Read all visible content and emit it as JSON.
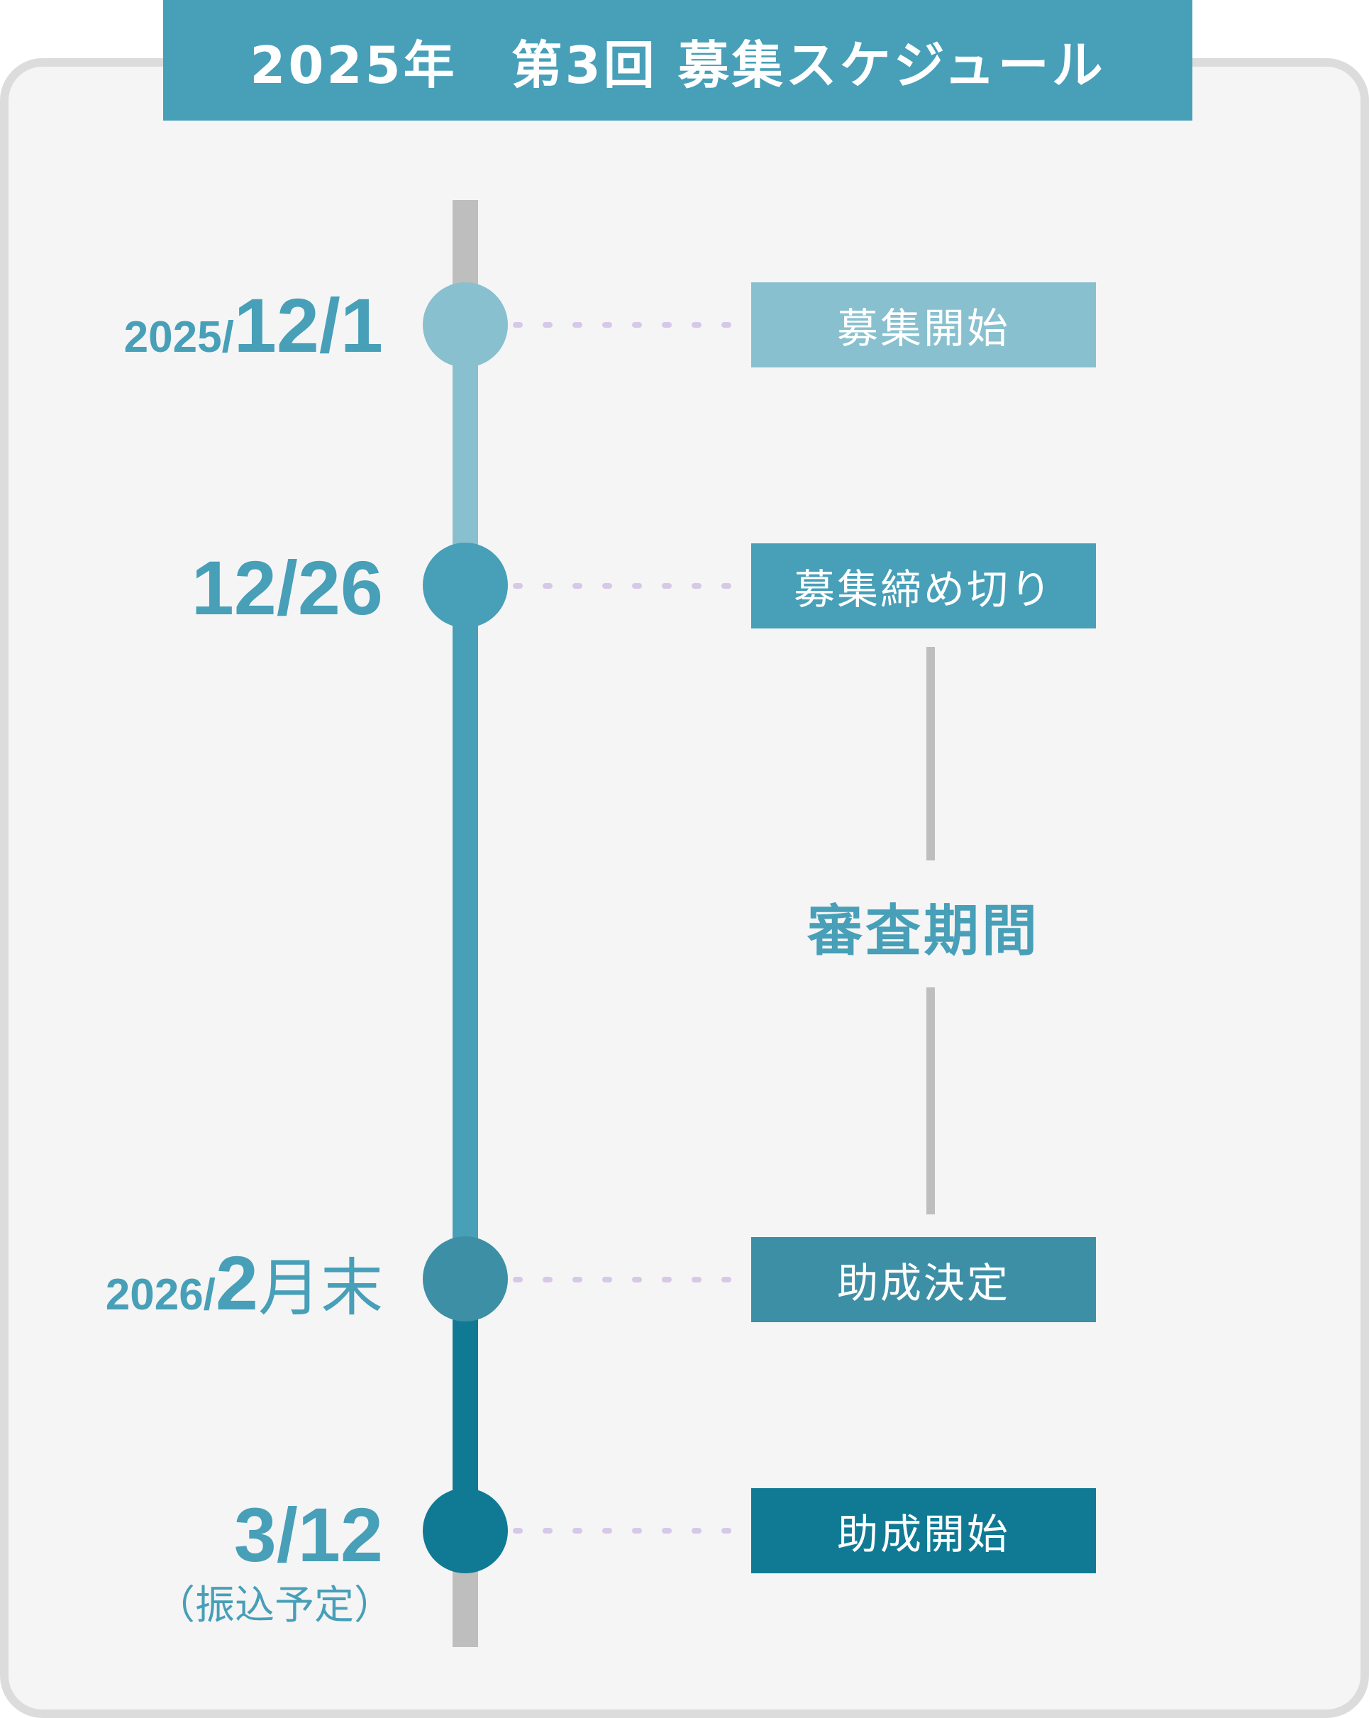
{
  "title": "2025年　第3回 募集スケジュール",
  "colors": {
    "title_bg": "#479fb8",
    "step1": "#88c0cf",
    "step2": "#479fb8",
    "step3": "#3d8fa5",
    "step4": "#107a94",
    "track_gray": "#bebebe",
    "date_text": "#479fb8",
    "dots": "#d8c8e8",
    "card_bg": "#f5f5f5",
    "card_border": "#dcdcdc"
  },
  "timeline": [
    {
      "date_prefix": "2025/",
      "date_main": "12/1",
      "date_suffix": "",
      "label": "募集開始"
    },
    {
      "date_prefix": "",
      "date_main": "12/26",
      "date_suffix": "",
      "label": "募集締め切り"
    },
    {
      "date_prefix": "2026/",
      "date_main": "2",
      "date_suffix": "月末",
      "label": "助成決定"
    },
    {
      "date_prefix": "",
      "date_main": "3/12",
      "date_suffix": "",
      "note": "（振込予定）",
      "label": "助成開始"
    }
  ],
  "review_period": {
    "label": "審査期間"
  }
}
